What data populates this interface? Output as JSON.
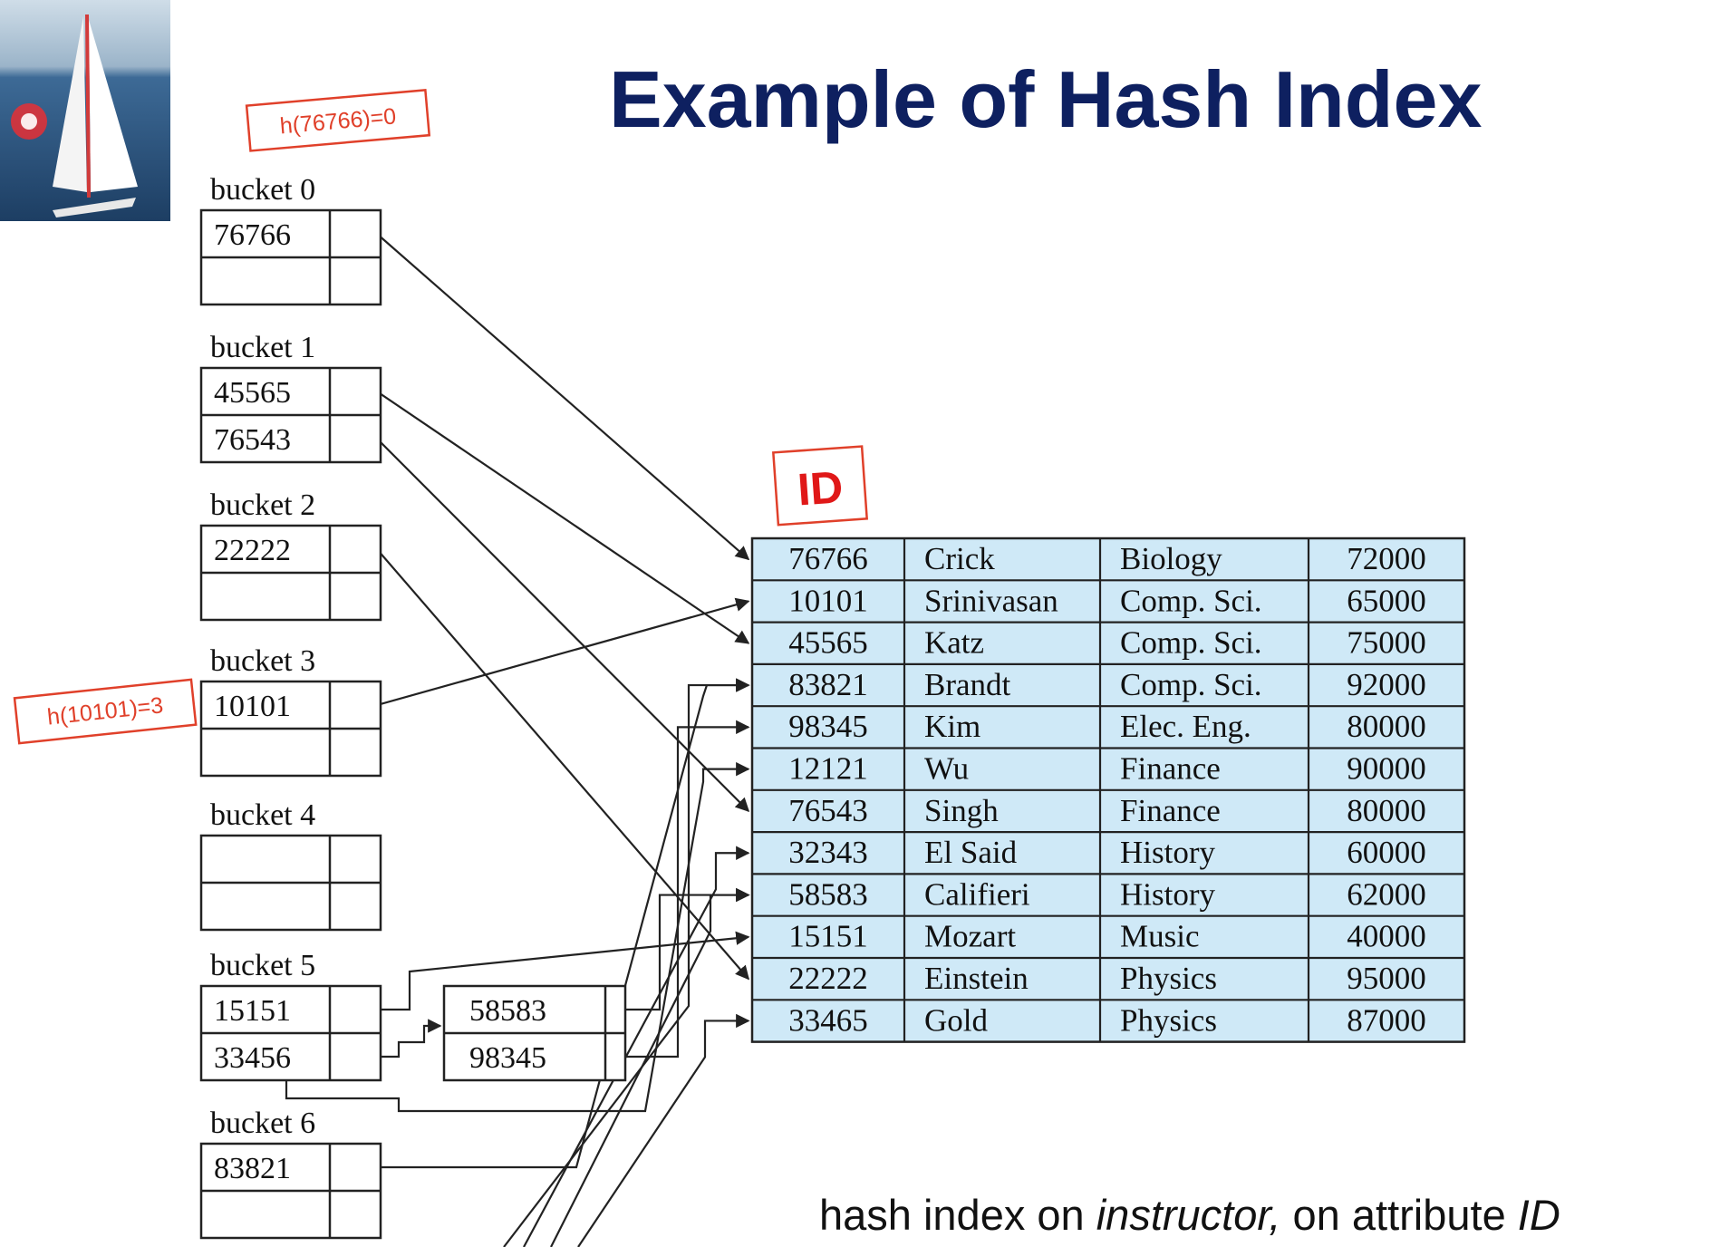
{
  "title": "Example of Hash Index",
  "annotations": {
    "hash0": "h(76766)=0",
    "hash3": "h(10101)=3",
    "id_label": "ID"
  },
  "caption": {
    "prefix": "hash index on ",
    "relation": "instructor,",
    "middle": "  on attribute ",
    "attribute": "ID"
  },
  "buckets": [
    {
      "label": "bucket 0",
      "entries": [
        "76766",
        ""
      ]
    },
    {
      "label": "bucket 1",
      "entries": [
        "45565",
        "76543"
      ]
    },
    {
      "label": "bucket 2",
      "entries": [
        "22222",
        ""
      ]
    },
    {
      "label": "bucket 3",
      "entries": [
        "10101",
        ""
      ]
    },
    {
      "label": "bucket 4",
      "entries": [
        "",
        ""
      ]
    },
    {
      "label": "bucket 5",
      "entries": [
        "15151",
        "33456"
      ]
    },
    {
      "label": "bucket 6",
      "entries": [
        "83821",
        ""
      ]
    }
  ],
  "overflow_bucket": {
    "entries": [
      "58583",
      "98345"
    ]
  },
  "instructor": [
    [
      "76766",
      "Crick",
      "Biology",
      "72000"
    ],
    [
      "10101",
      "Srinivasan",
      "Comp. Sci.",
      "65000"
    ],
    [
      "45565",
      "Katz",
      "Comp. Sci.",
      "75000"
    ],
    [
      "83821",
      "Brandt",
      "Comp. Sci.",
      "92000"
    ],
    [
      "98345",
      "Kim",
      "Elec. Eng.",
      "80000"
    ],
    [
      "12121",
      "Wu",
      "Finance",
      "90000"
    ],
    [
      "76543",
      "Singh",
      "Finance",
      "80000"
    ],
    [
      "32343",
      "El Said",
      "History",
      "60000"
    ],
    [
      "58583",
      "Califieri",
      "History",
      "62000"
    ],
    [
      "15151",
      "Mozart",
      "Music",
      "40000"
    ],
    [
      "22222",
      "Einstein",
      "Physics",
      "95000"
    ],
    [
      "33465",
      "Gold",
      "Physics",
      "87000"
    ]
  ],
  "colors": {
    "title": "#0e2060",
    "table_fill": "#cfe9f7",
    "annotation": "#e0402a",
    "id_label": "#e01818"
  },
  "icons": {
    "logo": "sailboat-logo"
  }
}
